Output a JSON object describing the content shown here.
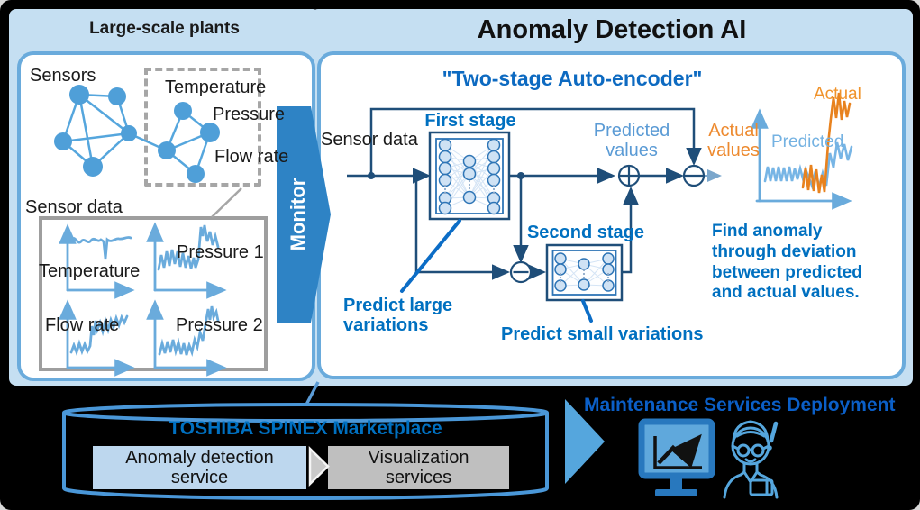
{
  "colors": {
    "panel_bg": "#c5dff2",
    "panel_border": "#6aabdc",
    "accent_blue": "#0070c0",
    "diagram_line": "#1f4e79",
    "light_blue": "#55a6dd",
    "predicted_blue": "#74b2e2",
    "actual_orange": "#e8821e",
    "monitor_arrow_blue": "#2e83c5",
    "service1_bg": "#bdd7ee",
    "service2_bg": "#bfbfbf",
    "deployment_blue": "#0b5fc7"
  },
  "left_panel": {
    "title": "Large-scale plants",
    "sensors_label": "Sensors",
    "zoom_labels": {
      "temperature": "Temperature",
      "pressure": "Pressure",
      "flow_rate": "Flow rate"
    },
    "sensor_data_label": "Sensor data",
    "mini_charts": {
      "temperature": "Temperature",
      "pressure1": "Pressure 1",
      "flow_rate": "Flow rate",
      "pressure2": "Pressure 2"
    }
  },
  "monitor_arrow": {
    "label": "Monitor"
  },
  "right_panel": {
    "title": "Anomaly Detection AI",
    "subtitle": "\"Two-stage Auto-encoder\"",
    "sensor_data_label": "Sensor data",
    "first_stage_label": "First stage",
    "second_stage_label": "Second stage",
    "predicted_values_label": "Predicted values",
    "actual_values_label": "Actual values",
    "predict_large_label": "Predict large variations",
    "predict_small_label": "Predict small variations",
    "note": "Find anomaly through deviation between predicted and actual values.",
    "mini_chart": {
      "actual_label": "Actual",
      "predicted_label": "Predicted"
    }
  },
  "bottom": {
    "marketplace_title": "TOSHIBA SPINEX Marketplace",
    "services": [
      {
        "label": "Anomaly detection service"
      },
      {
        "label": "Visualization services"
      }
    ],
    "deployment_title": "Maintenance Services Deployment",
    "icons": {
      "monitor_icon": "monitor-with-trend-chart",
      "person_icon": "service-engineer",
      "forward_arrow_icon": "big-right-triangle",
      "service_flow_icon": "gray-right-triangle"
    }
  }
}
